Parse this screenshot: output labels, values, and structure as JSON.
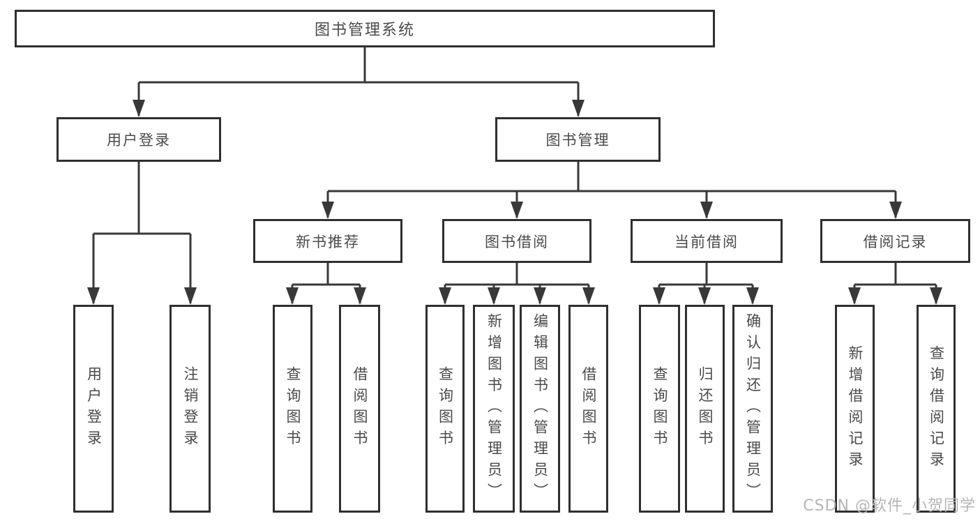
{
  "tree": {
    "label": "图书管理系统",
    "children": [
      {
        "label": "用户登录",
        "children": [
          {
            "label": "用户登录"
          },
          {
            "label": "注销登录"
          }
        ]
      },
      {
        "label": "图书管理",
        "children": [
          {
            "label": "新书推荐",
            "children": [
              {
                "label": "查询图书"
              },
              {
                "label": "借阅图书"
              }
            ]
          },
          {
            "label": "图书借阅",
            "children": [
              {
                "label": "查询图书"
              },
              {
                "label": "新增图书（管理员）"
              },
              {
                "label": "编辑图书（管理员）"
              },
              {
                "label": "借阅图书"
              }
            ]
          },
          {
            "label": "当前借阅",
            "children": [
              {
                "label": "查询图书"
              },
              {
                "label": "归还图书"
              },
              {
                "label": "确认归还（管理员）"
              }
            ]
          },
          {
            "label": "借阅记录",
            "children": [
              {
                "label": "新增借阅记录"
              },
              {
                "label": "查询借阅记录"
              }
            ]
          }
        ]
      }
    ]
  },
  "watermark": {
    "text": "CSDN @软件_小贺同学"
  },
  "colors": {
    "line": "#383838",
    "box_border": "#2f2f2f",
    "text": "#4a4a4a",
    "watermark": "#b5b5b5",
    "background": "#ffffff"
  }
}
